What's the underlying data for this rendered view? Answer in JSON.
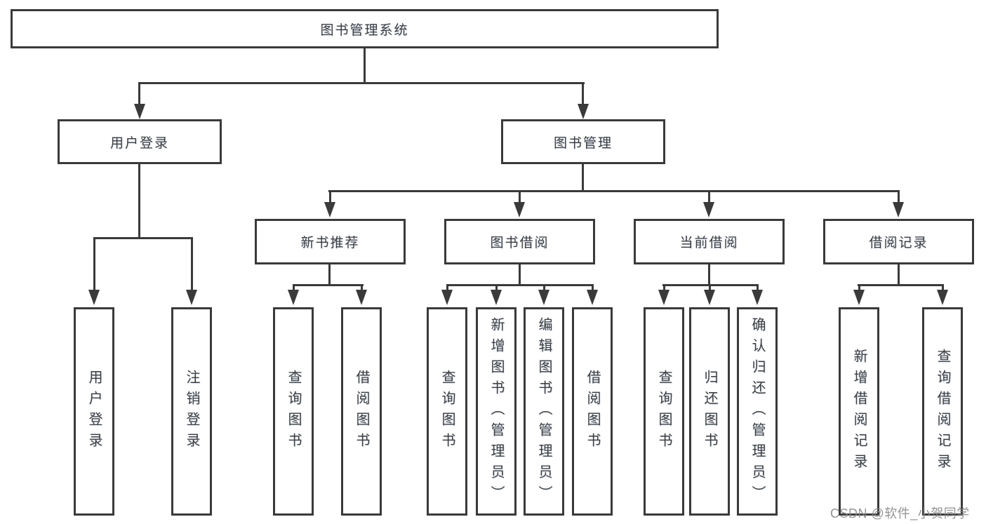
{
  "diagram_title": "图书管理系统",
  "colors": {
    "line": "#3a3a3a",
    "text": "#3d3d3d",
    "background": "#ffffff",
    "watermark": "#8a8a8a"
  },
  "nodes": {
    "root": "图书管理系统",
    "user_login": "用户登录",
    "book_management": "图书管理",
    "login": "用户登录",
    "logout": "注销登录",
    "new_book_recommendation": "新书推荐",
    "book_borrowing": "图书借阅",
    "current_borrowing": "当前借阅",
    "borrowing_records": "借阅记录",
    "nbr_query_books": "查询图书",
    "nbr_borrow_books": "借阅图书",
    "bb_query_books": "查询图书",
    "bb_add_books_admin": "新增图书（管理员）",
    "bb_edit_books_admin": "编辑图书（管理员）",
    "bb_borrow_books": "借阅图书",
    "cb_query_books": "查询图书",
    "cb_return_books": "归还图书",
    "cb_confirm_return_admin": "确认归还（管理员）",
    "br_add_record": "新增借阅记录",
    "br_query_record": "查询借阅记录"
  },
  "tree": {
    "label": "图书管理系统",
    "children": [
      {
        "label": "用户登录",
        "children": [
          {
            "label": "用户登录"
          },
          {
            "label": "注销登录"
          }
        ]
      },
      {
        "label": "图书管理",
        "children": [
          {
            "label": "新书推荐",
            "children": [
              {
                "label": "查询图书"
              },
              {
                "label": "借阅图书"
              }
            ]
          },
          {
            "label": "图书借阅",
            "children": [
              {
                "label": "查询图书"
              },
              {
                "label": "新增图书（管理员）"
              },
              {
                "label": "编辑图书（管理员）"
              },
              {
                "label": "借阅图书"
              }
            ]
          },
          {
            "label": "当前借阅",
            "children": [
              {
                "label": "查询图书"
              },
              {
                "label": "归还图书"
              },
              {
                "label": "确认归还（管理员）"
              }
            ]
          },
          {
            "label": "借阅记录",
            "children": [
              {
                "label": "新增借阅记录"
              },
              {
                "label": "查询借阅记录"
              }
            ]
          }
        ]
      }
    ]
  },
  "watermark": "CSDN @软件_小贺同学"
}
